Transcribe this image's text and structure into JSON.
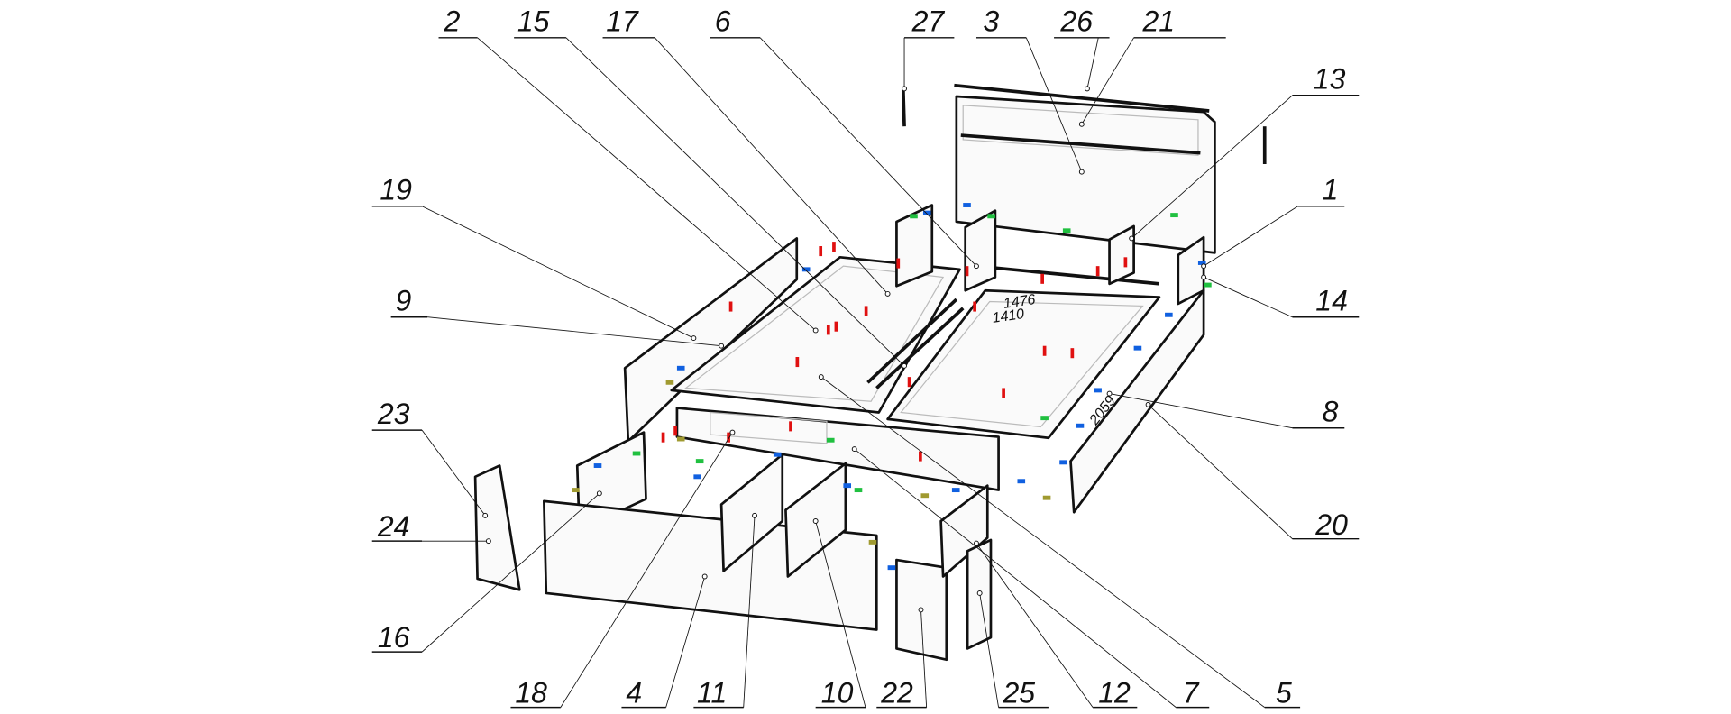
{
  "diagram": {
    "type": "exploded-assembly-drawing",
    "part_labels": [
      "2",
      "15",
      "17",
      "6",
      "27",
      "3",
      "26",
      "21",
      "13",
      "1",
      "14",
      "8",
      "20",
      "19",
      "9",
      "23",
      "24",
      "16",
      "18",
      "4",
      "11",
      "10",
      "22",
      "25",
      "12",
      "7",
      "5"
    ],
    "dimensions": [
      "1476",
      "1410",
      "2059"
    ],
    "colors": {
      "line": "#111111",
      "fastener_red": "#e01010",
      "fastener_blue": "#1060e0",
      "fastener_green": "#20c040",
      "fastener_olive": "#a09a30"
    }
  }
}
